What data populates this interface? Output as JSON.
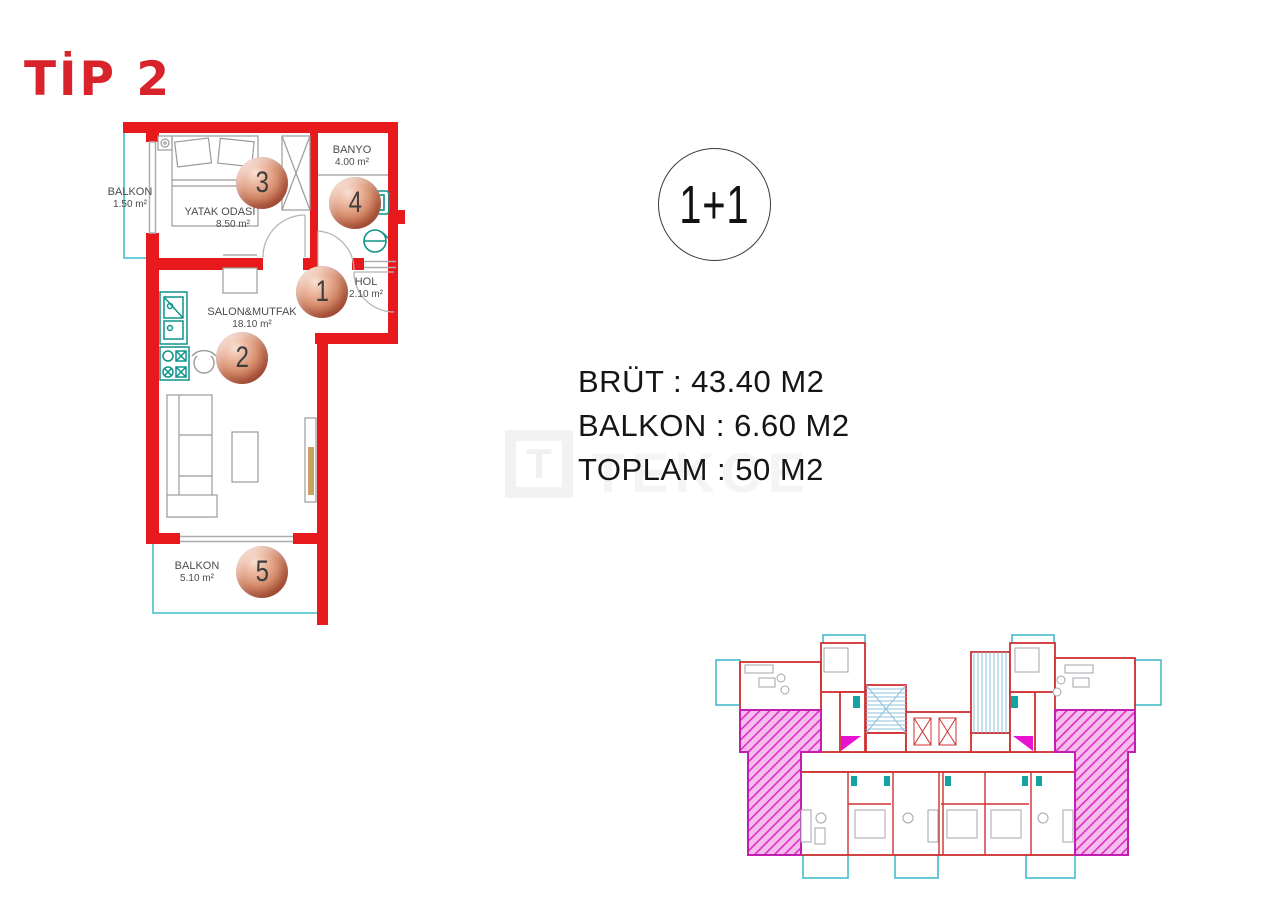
{
  "title": {
    "text": "TİP 2"
  },
  "unit_type_badge": {
    "text": "1+1"
  },
  "specs": {
    "brut": "BRÜT : 43.40 M2",
    "balkon": "BALKON : 6.60 M2",
    "toplam": "TOPLAM : 50 M2"
  },
  "watermark": {
    "letter": "T",
    "word": "TEKCE"
  },
  "floor_plan": {
    "labels": [
      {
        "name": "BALKON",
        "area": "1.50 m²"
      },
      {
        "name": "YATAK ODASI",
        "area": "8.50 m²"
      },
      {
        "name": "BANYO",
        "area": "4.00 m²"
      },
      {
        "name": "HOL",
        "area": "2.10 m²"
      },
      {
        "name": "SALON&MUTFAK",
        "area": "18.10 m²"
      },
      {
        "name": "BALKON",
        "area": "5.10 m²"
      }
    ],
    "markers": [
      "1",
      "2",
      "3",
      "4",
      "5"
    ]
  },
  "colors": {
    "wall_red": "#e8191c",
    "title_red": "#d8232a",
    "balcony_cyan": "#58c7d3",
    "fixture_teal": "#0d9488",
    "highlight_magenta": "#dd2cc8",
    "sphere_terracotta": "#c97a63"
  }
}
